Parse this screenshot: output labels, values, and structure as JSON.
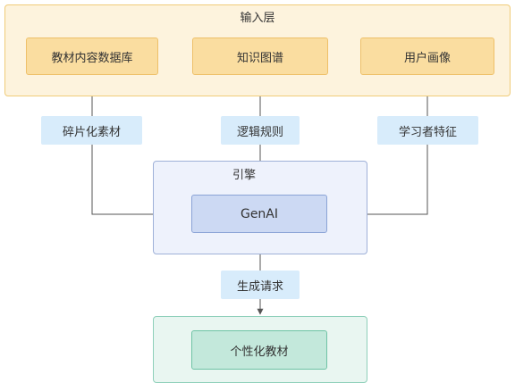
{
  "input_layer": {
    "title": "输入层",
    "nodes": [
      "教材内容数据库",
      "知识图谱",
      "用户画像"
    ]
  },
  "edge_labels": [
    "碎片化素材",
    "逻辑规则",
    "学习者特征",
    "生成请求"
  ],
  "engine": {
    "title": "引擎",
    "node": "GenAI"
  },
  "output": {
    "node": "个性化教材"
  },
  "colors": {
    "input_bg": "#fdf3dd",
    "input_node": "#fadda0",
    "label_bg": "#d8ecfb",
    "engine_bg": "#eef2fc",
    "engine_node": "#ccd9f3",
    "output_bg": "#e9f6f1",
    "output_node": "#c3e8db",
    "edge": "#555555"
  }
}
